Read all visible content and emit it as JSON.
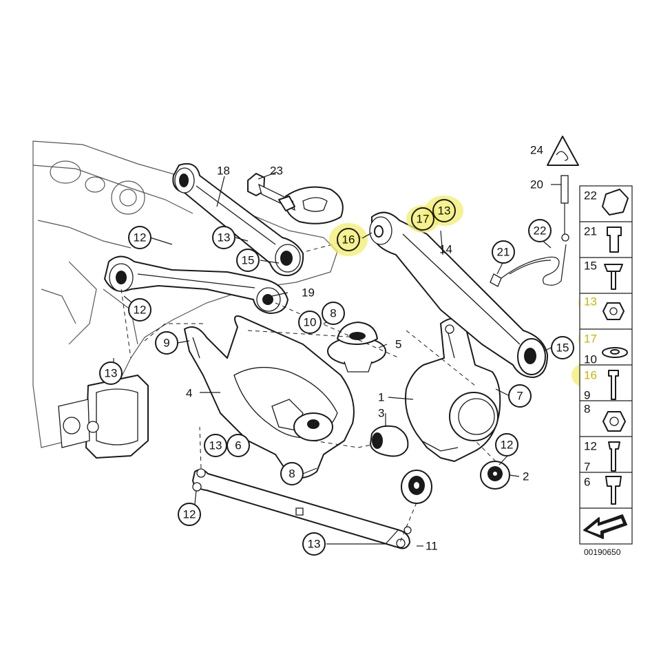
{
  "diagram": {
    "callouts": [
      "12",
      "13",
      "15",
      "18",
      "23",
      "19",
      "12",
      "10",
      "8",
      "9",
      "5",
      "13",
      "4",
      "1",
      "3",
      "7",
      "13",
      "6",
      "8",
      "12",
      "2",
      "12",
      "13",
      "11",
      "16",
      "17",
      "13",
      "14",
      "15",
      "21",
      "22",
      "20",
      "24"
    ],
    "legend_items": [
      "22",
      "21",
      "15",
      "13",
      "17",
      "10",
      "16",
      "9",
      "8",
      "12",
      "7",
      "6"
    ],
    "highlighted": [
      "16",
      "17",
      "13",
      "13",
      "17",
      "16"
    ],
    "diagram_code": "00190650"
  },
  "colors": {
    "highlight": "#f2ee6a",
    "line": "#1a1a1a"
  }
}
